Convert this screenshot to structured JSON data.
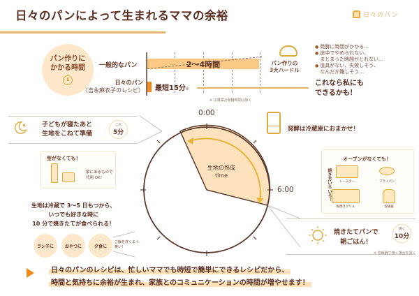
{
  "header": {
    "title": "日々のパンによって生まれるママの余裕",
    "brand": "日々のパン"
  },
  "time_compare": {
    "circle_label": "パン作りに\nかかる時間",
    "general_label": "一般的なパン",
    "general_value": "2〜4時間",
    "hibi_label": "日々のパン",
    "hibi_sub": "（吉永麻衣子のレシピ）",
    "hibi_value": "最短15分",
    "hibi_mark": "※",
    "note": "※ 冷蔵庫の発酵時間は除く"
  },
  "hurdles": {
    "title": "パン作りの\n3大ハードル",
    "items": [
      "発酵に時間がかかる…",
      "途中でやめられない、\nまとまった時間がとれない…",
      "道具がない、失敗しそう、\nなんだか難しそう…"
    ],
    "conclusion": "これなら私にも\nできるかも！"
  },
  "chart_data": {
    "type": "pie",
    "title": "生地の熟成 time",
    "clock_labels": [
      "0:00",
      "6:00"
    ],
    "segment": {
      "label": "生地の熟成\ntime",
      "start": "0:00 (-2h offset)",
      "end": "6:00 (+~0.6h)"
    },
    "comparison_bars": {
      "categories": [
        "一般的なパン",
        "日々のパン"
      ],
      "values": [
        "2〜4時間",
        "最短15分"
      ]
    }
  },
  "clock": {
    "top_label": "0:00",
    "right_label": "6:00",
    "segment_line1": "生地の熟成",
    "segment_line2": "time"
  },
  "left": {
    "moon_text": "子どもが寝たあと\n生地をこねて準備",
    "moon_badge_top": "これ",
    "moon_badge_val": "5分",
    "mold_head": "型がなくても！",
    "mold_body": "家にあるもので\n代用 OK！",
    "keep_text": "生地は冷蔵で 3〜5 日もつから、\nいつでも好きな時に\n10 分で焼きたてが食べられる！",
    "meals": [
      "ランチに",
      "おやつに",
      "夕食に"
    ],
    "meal_note": "ご飯を炊くよう\n楽い！"
  },
  "right": {
    "fridge_text": "発酵は冷蔵庫におまかせ！",
    "oven_head": "オーブンがなくても！",
    "oven_side": "焼き方いろいろ！",
    "appliances": [
      "トースター",
      "フライパン",
      "魚焼きグリル",
      "炊飯器"
    ],
    "sun_text": "焼きたてパンで\n朝ごはん！",
    "sun_badge_top": "焼く",
    "sun_badge_val": "10分",
    "sun_note": "※ 炊飯器で焼く場合を除く"
  },
  "footer": {
    "line1": "日々のパンのレシピは、忙しいママでも時短で簡単にできるレシピだから、",
    "line2": "時間と気持ちに余裕が生まれ、家族とのコミュニケーションの時間が増やせます！"
  },
  "colors": {
    "accent_orange": "#f08a1a",
    "light_orange": "#fbc986",
    "cream": "#fde8cc",
    "gold": "#e0a93a",
    "text_brown": "#5a2e22"
  }
}
